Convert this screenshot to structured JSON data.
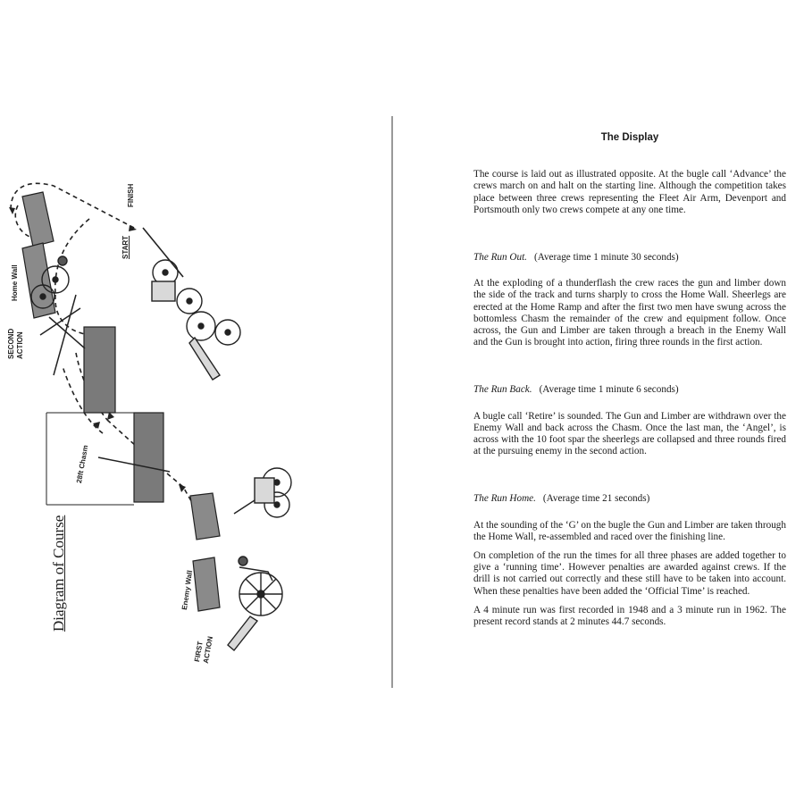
{
  "left_page": {
    "diagram_title": "Diagram of Course",
    "labels": {
      "finish": "FINISH",
      "start": "START",
      "home_wall": "Home Wall",
      "second_action": [
        "SECOND",
        "ACTION"
      ],
      "chasm": "28ft Chasm",
      "enemy_wall": "Enemy Wall",
      "first_action": [
        "FIRST",
        "ACTION"
      ]
    }
  },
  "right_page": {
    "heading": "The Display",
    "intro": "The course is laid out as illustrated opposite. At the bugle call ‘Advance’ the crews march on and halt on the starting line. Although the competition takes place between three crews representing the Fleet Air Arm, Devenport and Portsmouth only two crews compete at any one time.",
    "sections": [
      {
        "title": "The Run Out.",
        "average": "(Average time 1 minute 30 seconds)",
        "paragraphs": [
          "At the exploding of a thunderflash the crew races the gun and limber down the side of the track and turns sharply to cross the Home Wall. Sheerlegs are erected at the Home Ramp and after the first two men have swung across the bottomless Chasm the remainder of the crew and equipment follow. Once across, the Gun and Limber are taken through a breach in the Enemy Wall and the Gun is brought into action, firing three rounds in the first action."
        ]
      },
      {
        "title": "The Run Back.",
        "average": "(Average time 1 minute 6 seconds)",
        "paragraphs": [
          "A bugle call ‘Retire’ is sounded. The Gun and Limber are withdrawn over the Enemy Wall and back across the Chasm. Once the last man, the ‘Angel’, is across with the 10 foot spar the sheerlegs are collapsed and three rounds fired at the pursuing enemy in the second action."
        ]
      },
      {
        "title": "The Run Home.",
        "average": "(Average time 21 seconds)",
        "paragraphs": [
          "At the sounding of the ‘G’ on the bugle the Gun and Limber are taken through the Home Wall, re-assembled and raced over the finishing line.",
          "On completion of the run the times for all three phases are added together to give a ‘running time’. However penalties are awarded against crews. If the drill is not carried out correctly and these still have to be taken into account. When these penalties have been added the ‘Official Time’ is reached.",
          "A 4 minute run was first recorded in 1948 and a 3 minute run in 1962. The present record stands at 2 minutes 44.7 seconds."
        ]
      }
    ]
  }
}
